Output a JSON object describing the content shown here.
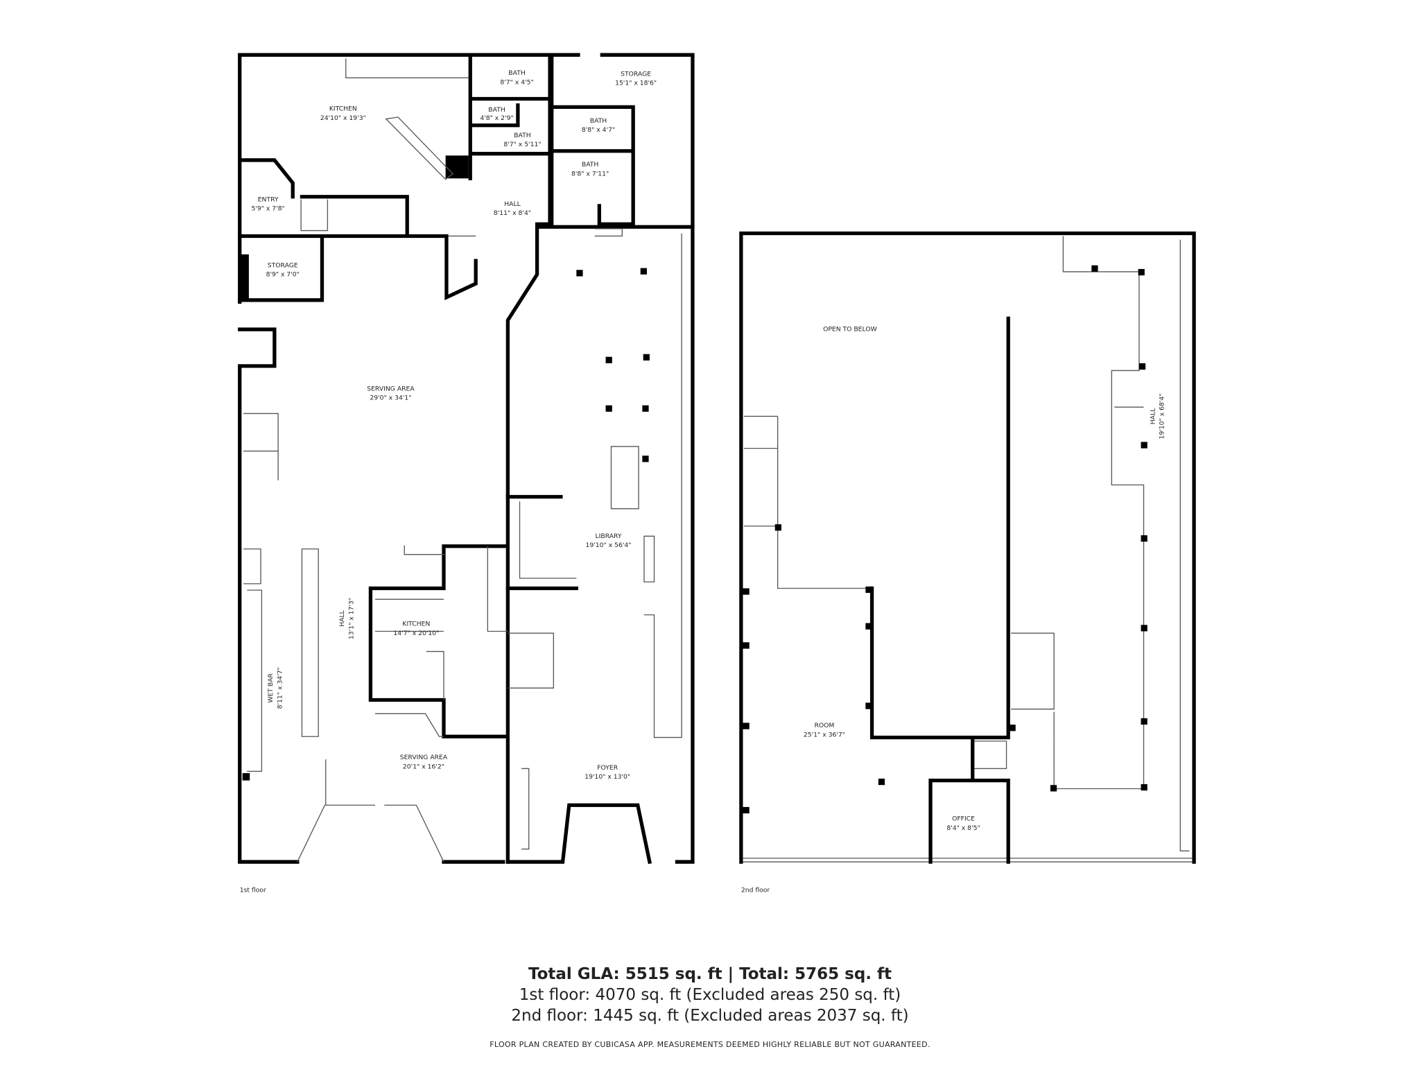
{
  "floors": [
    {
      "label": "1st floor",
      "rooms": [
        {
          "name": "KITCHEN",
          "size": "24'10\" x 19'3\""
        },
        {
          "name": "BATH",
          "size": "8'7\" x 4'5\""
        },
        {
          "name": "STORAGE",
          "size": "15'1\" x 18'6\""
        },
        {
          "name": "BATH",
          "size": "4'8\" x 2'9\""
        },
        {
          "name": "BATH",
          "size": "8'8\" x 4'7\""
        },
        {
          "name": "BATH",
          "size": "8'7\" x 5'11\""
        },
        {
          "name": "BATH",
          "size": "8'8\" x 7'11\""
        },
        {
          "name": "ENTRY",
          "size": "5'9\" x 7'8\""
        },
        {
          "name": "HALL",
          "size": "8'11\" x 8'4\""
        },
        {
          "name": "STORAGE",
          "size": "8'9\" x 7'0\""
        },
        {
          "name": "SERVING AREA",
          "size": "29'0\" x 34'1\""
        },
        {
          "name": "LIBRARY",
          "size": "19'10\" x 56'4\""
        },
        {
          "name": "HALL",
          "size": "13'1\" x 17'3\""
        },
        {
          "name": "KITCHEN",
          "size": "14'7\" x 20'10\""
        },
        {
          "name": "WET BAR",
          "size": "8'11\" x 34'7\""
        },
        {
          "name": "SERVING AREA",
          "size": "20'1\" x 16'2\""
        },
        {
          "name": "FOYER",
          "size": "19'10\" x 13'0\""
        }
      ]
    },
    {
      "label": "2nd floor",
      "rooms": [
        {
          "name": "OPEN TO BELOW",
          "size": ""
        },
        {
          "name": "HALL",
          "size": "19'10\" x 68'4\""
        },
        {
          "name": "ROOM",
          "size": "25'1\" x 36'7\""
        },
        {
          "name": "OFFICE",
          "size": "8'4\" x 8'5\""
        }
      ]
    }
  ],
  "summary": {
    "total": "Total GLA: 5515 sq. ft | Total: 5765 sq. ft",
    "first_floor": "1st floor: 4070 sq. ft (Excluded areas 250 sq. ft)",
    "second_floor": "2nd floor: 1445 sq. ft (Excluded areas 2037 sq. ft)",
    "disclaimer": "FLOOR PLAN CREATED BY CUBICASA APP. MEASUREMENTS DEEMED HIGHLY RELIABLE BUT NOT GUARANTEED."
  }
}
